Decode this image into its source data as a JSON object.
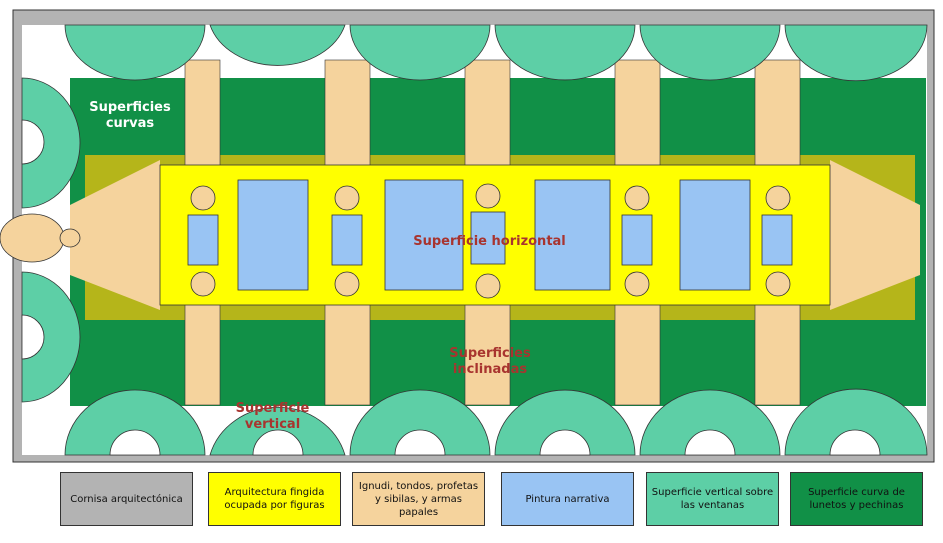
{
  "labels": {
    "curvas": "Superficies\ncurvas",
    "horizontal": "Superficie horizontal",
    "inclinadas": "Superficies\ninclinadas",
    "vertical": "Superficie\nvertical"
  },
  "legend": [
    {
      "text": "Cornisa arquitectónica",
      "color": "#b3b3b3"
    },
    {
      "text": "Arquitectura fingida ocupada por figuras",
      "color": "#ffff00"
    },
    {
      "text": "Ignudi, tondos, profetas y sibilas, y armas papales",
      "color": "#f5d39d"
    },
    {
      "text": "Pintura narrativa",
      "color": "#99c4f3"
    },
    {
      "text": "Superficie vertical sobre las ventanas",
      "color": "#5dcfa6"
    },
    {
      "text": "Superficie curva de lunetos y pechinas",
      "color": "#119047"
    }
  ],
  "colors": {
    "cornice": "#b3b3b3",
    "architecture": "#ffff00",
    "figures": "#f5d39d",
    "narrative": "#99c4f3",
    "vertical": "#5dcfa6",
    "curved": "#119047",
    "olive": "#b5b51a"
  }
}
